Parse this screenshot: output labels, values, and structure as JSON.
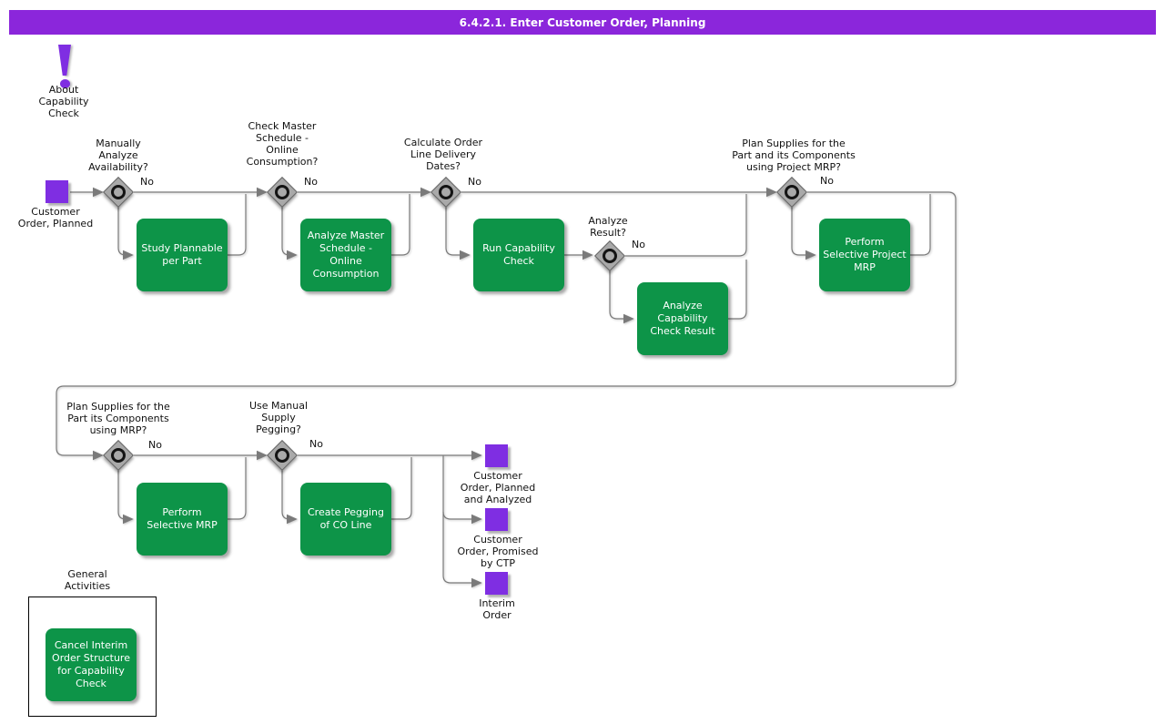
{
  "title_bar": {
    "text": "6.4.2.1. Enter Customer Order, Planning"
  },
  "about_note": {
    "label": "About\nCapability\nCheck"
  },
  "diagram": {
    "start_event": {
      "id": "start",
      "label": "Customer\nOrder, Planned"
    },
    "decisions": [
      {
        "id": "d1",
        "question": "Manually\nAnalyze\nAvailability?",
        "branch_label": "No"
      },
      {
        "id": "d2",
        "question": "Check Master\nSchedule -\nOnline\nConsumption?",
        "branch_label": "No"
      },
      {
        "id": "d3",
        "question": "Calculate Order\nLine Delivery\nDates?",
        "branch_label": "No"
      },
      {
        "id": "d3b",
        "question": "Analyze\nResult?",
        "branch_label": "No"
      },
      {
        "id": "d4",
        "question": "Plan Supplies for the\nPart and its Components\nusing Project MRP?",
        "branch_label": "No"
      },
      {
        "id": "d5",
        "question": "Plan Supplies for the\nPart its Components\nusing MRP?",
        "branch_label": "No"
      },
      {
        "id": "d6",
        "question": "Use Manual\nSupply\nPegging?",
        "branch_label": "No"
      }
    ],
    "tasks": [
      {
        "id": "t1",
        "label": "Study Plannable\nper Part"
      },
      {
        "id": "t2",
        "label": "Analyze Master\nSchedule -\nOnline\nConsumption"
      },
      {
        "id": "t3",
        "label": "Run Capability\nCheck"
      },
      {
        "id": "t3b",
        "label": "Analyze\nCapability\nCheck Result"
      },
      {
        "id": "t4",
        "label": "Perform\nSelective Project\nMRP"
      },
      {
        "id": "t5",
        "label": "Perform\nSelective MRP"
      },
      {
        "id": "t6",
        "label": "Create Pegging\nof CO Line"
      },
      {
        "id": "tg",
        "label": "Cancel Interim\nOrder Structure\nfor Capability\nCheck"
      }
    ],
    "end_events": [
      {
        "id": "e1",
        "label": "Customer\nOrder, Planned\nand Analyzed"
      },
      {
        "id": "e2",
        "label": "Customer\nOrder, Promised\nby CTP"
      },
      {
        "id": "e3",
        "label": "Interim\nOrder"
      }
    ],
    "general_activities": {
      "frame_label": "General\nActivities"
    }
  },
  "colors": {
    "title_bar_bg": "#8B26DB",
    "event_purple": "#7F2EE2",
    "task_green": "#0D9448",
    "diamond_gray": "#A9A9A9",
    "connector_gray": "#7a7a7a"
  }
}
